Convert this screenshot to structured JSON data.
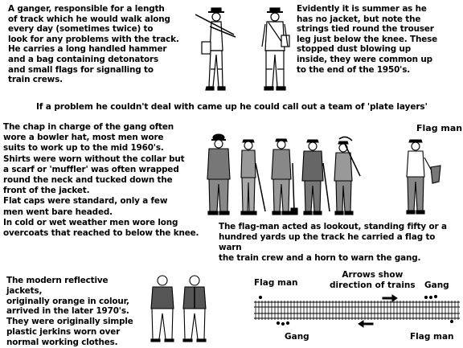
{
  "blocks": {
    "ganger": "A ganger, responsible for a length\nof track which he would walk along\nevery day (sometimes twice) to\nlook for any problems with the track.\nHe carries a long handled hammer\nand a bag containing detonators\nand small flags for signalling to\ntrain crews.",
    "summer": "Evidently it is summer as he\nhas no jacket, but note the\nstrings tied round the trouser\nleg just below the knee. These\nstopped dust blowing up\ninside, they were common up\nto the end of the 1950's.",
    "platelayers": "If a problem he couldn't deal with came up he could call out a team of 'plate layers'",
    "gang": "The chap in charge of the gang often\nwore a bowler hat, most men wore\nsuits to work up to the mid 1960's.\nShirts were worn without the collar but\na scarf or 'muffler' was often wrapped\nround the neck and tucked down the\nfront of the jacket.\nFlat caps were standard, only a few\nmen went bare headed.\nIn cold or wet weather men wore long\novercoats that reached to below the knee.",
    "flagman_desc": "The flag-man acted as lookout, standing fifty or a\nhundred yards up the track he carried a flag to warn\nthe train crew and a horn to warn the gang.",
    "jackets": "The modern reflective jackets,\noriginally orange in colour,\narrived in the later 1970's.\nThey were originally simple\nplastic jerkins worn over\nnormal working clothes."
  },
  "labels": {
    "flag_man_top": "Flag man",
    "diagram_flag_man_left": "Flag man",
    "diagram_arrows": "Arrows show\ndirection of trains",
    "diagram_gang_right": "Gang",
    "diagram_gang_left": "Gang",
    "diagram_flag_man_right": "Flag man"
  }
}
